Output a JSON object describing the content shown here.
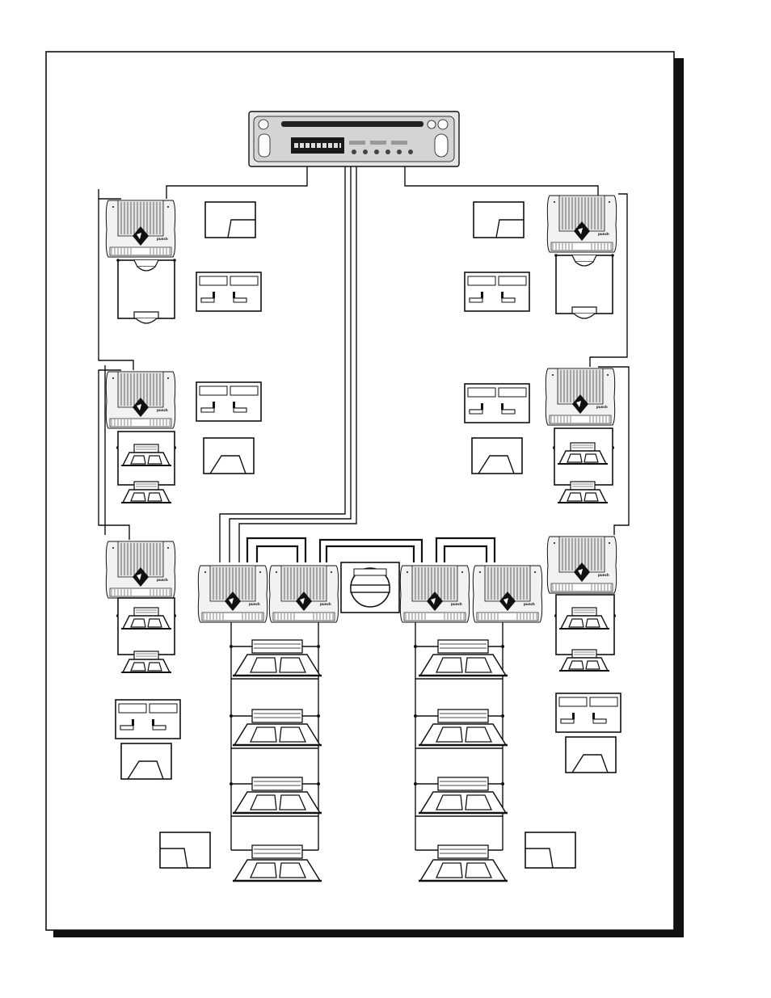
{
  "amp_badge": "punch",
  "components": {
    "head_unit": "rockford-fosgate-cd-receiver",
    "amplifiers": [
      "amp-left-1",
      "amp-left-2",
      "amp-left-3",
      "amp-right-1",
      "amp-right-2",
      "amp-right-3",
      "amp-bottom-1",
      "amp-bottom-2",
      "amp-bottom-3",
      "amp-bottom-4"
    ],
    "center_module": "bass-processor-module",
    "speakers": {
      "tweeters": 4,
      "midranges": 8,
      "subwoofers": 8
    },
    "graphs": [
      "high-pass-icon",
      "band-pass-icon",
      "low-pass-icon",
      "switch-settings-icon"
    ]
  },
  "colors": {
    "line": "#111111",
    "shadow": "#111111",
    "amp": "#f2f2f2"
  }
}
